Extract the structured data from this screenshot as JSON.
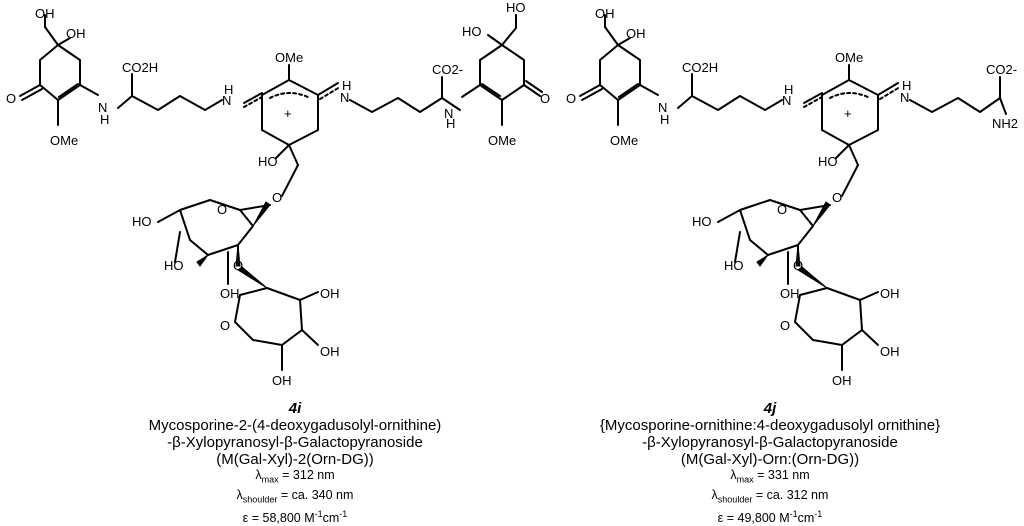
{
  "compound_i": {
    "id": "4i",
    "name_line1": "Mycosporine-2-(4-deoxygadusolyl-ornithine)",
    "name_line2": "-β-Xylopyranosyl-β-Galactopyranoside",
    "abbrev": "(M(Gal-Xyl)-2(Orn-DG))",
    "lambda_max": "= 312 nm",
    "lambda_shoulder": "= ca. 340 nm",
    "epsilon": "ε = 58,800 M",
    "epsilon_unit": "cm",
    "sub_max": "max",
    "sub_shoulder": "shoulder",
    "sup_neg1a": "-1",
    "sup_neg1b": "-1",
    "lambda_sym": "λ"
  },
  "compound_j": {
    "id": "4j",
    "name_line1": "{Mycosporine-ornithine:4-deoxygadusolyl ornithine}",
    "name_line2": "-β-Xylopyranosyl-β-Galactopyranoside",
    "abbrev": "(M(Gal-Xyl)-Orn:(Orn-DG))",
    "lambda_max": "= 331 nm",
    "lambda_shoulder": "= ca. 312 nm",
    "epsilon": "ε = 49,800 M",
    "epsilon_unit": "cm",
    "sub_max": "max",
    "sub_shoulder": "shoulder",
    "sup_neg1a": "-1",
    "sup_neg1b": "-1",
    "lambda_sym": "λ"
  },
  "labels": {
    "oh": "OH",
    "ho": "HO",
    "o": "O",
    "ome": "OMe",
    "co2h": "CO2H",
    "co2minus": "CO2-",
    "nh": "N",
    "h": "H",
    "nh2": "NH2",
    "plus": "+"
  }
}
